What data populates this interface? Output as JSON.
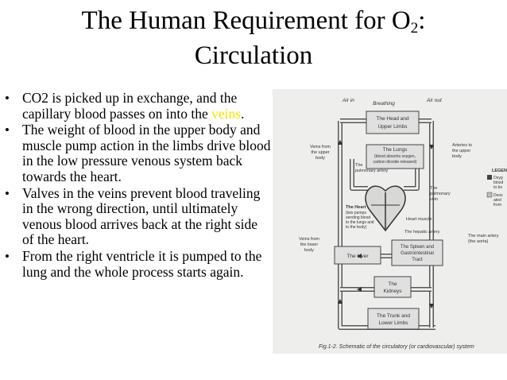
{
  "slide": {
    "title_main": "The Human Requirement for O",
    "title_sub": "2",
    "title_end": ":",
    "title_line2": "Circulation"
  },
  "bullets": [
    {
      "pre": "CO2 is picked up in exchange, and the capillary blood passes on into the ",
      "highlight": "veins",
      "post": "."
    },
    {
      "text": "The weight of blood in the upper body and muscle pump action in the limbs drive blood in the low pressure venous system back towards the heart."
    },
    {
      "text": "Valves in the veins prevent blood traveling in the wrong direction, until ultimately venous blood arrives back at the right side of the heart."
    },
    {
      "text": "From the right ventricle it is pumped to the lung and the whole process starts again."
    }
  ],
  "bullet_symbol": "•",
  "colors": {
    "highlight": "#f5e600",
    "figure_bg": "#eeeeec"
  },
  "figure": {
    "air_in": "Air in",
    "breathing": "Breathing",
    "air_out": "Air out",
    "head_box": [
      "The Head and",
      "Upper Limbs"
    ],
    "lungs_box": [
      "The Lungs",
      "(blood absorbs oxygen,",
      "carbon dioxide released)"
    ],
    "veins_upper": [
      "Veins from",
      "the upper",
      "body"
    ],
    "arteries_upper": [
      "Arteries to",
      "the upper",
      "body"
    ],
    "pulmonary_artery": [
      "The",
      "pulmonary artery"
    ],
    "pulmonary_vein": [
      "The",
      "pulmonary",
      "vein"
    ],
    "heart_label": [
      "The Heart",
      "(two pumps",
      "sending blood",
      "to the lungs and",
      "to the body)"
    ],
    "heart_muscle": "Heart muscle",
    "hepatic_artery": "The hepatic artery",
    "veins_lower": [
      "Veins from",
      "the lower",
      "body"
    ],
    "main_artery": [
      "The main artery",
      "(the aorta)"
    ],
    "liver_box": "The Liver",
    "spleen_box": [
      "The Spleen and",
      "Gastrointestinal",
      "Tract"
    ],
    "kidneys_box": [
      "The",
      "Kidneys"
    ],
    "trunk_box": [
      "The Trunk and",
      "Lower Limbs"
    ],
    "legend": [
      "LEGEN",
      "Oxyg",
      "blood",
      "to bo",
      "Deox",
      "ated",
      "from"
    ],
    "caption": "Fig.1-2. Schematic of the circulatory (or cardiovascular) system"
  }
}
